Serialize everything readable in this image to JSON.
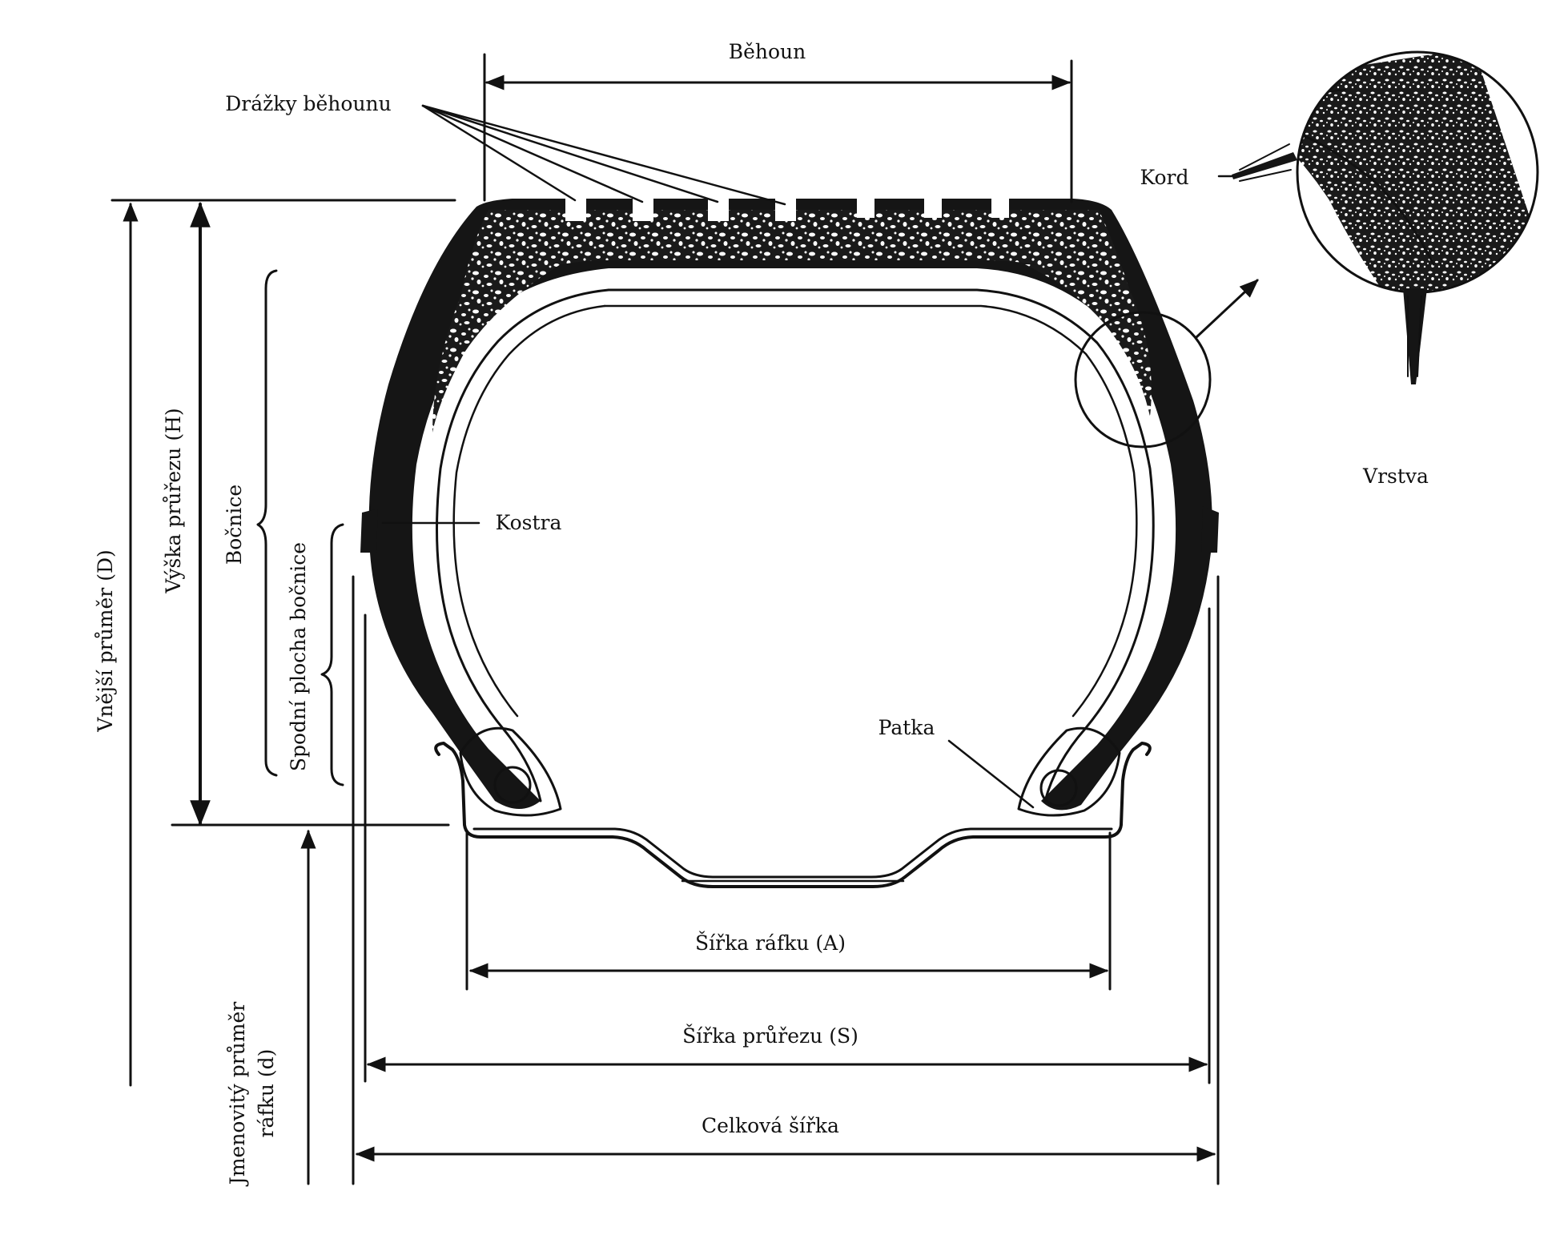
{
  "diagram": {
    "labels": {
      "tread": "Běhoun",
      "tread_grooves": "Drážky běhounu",
      "cord": "Kord",
      "ply": "Vrstva",
      "carcass": "Kostra",
      "bead": "Patka",
      "rim_width": "Šířka ráfku (A)",
      "section_width": "Šířka průřezu (S)",
      "overall_width": "Celková šířka",
      "outer_diameter": "Vnější průměr (D)",
      "section_height": "Výška průřezu (H)",
      "sidewall": "Bočnice",
      "lower_sidewall": "Spodní plocha bočnice",
      "rim_diameter_line1": "Jmenovitý průměr",
      "rim_diameter_line2": "ráfku (d)"
    }
  }
}
